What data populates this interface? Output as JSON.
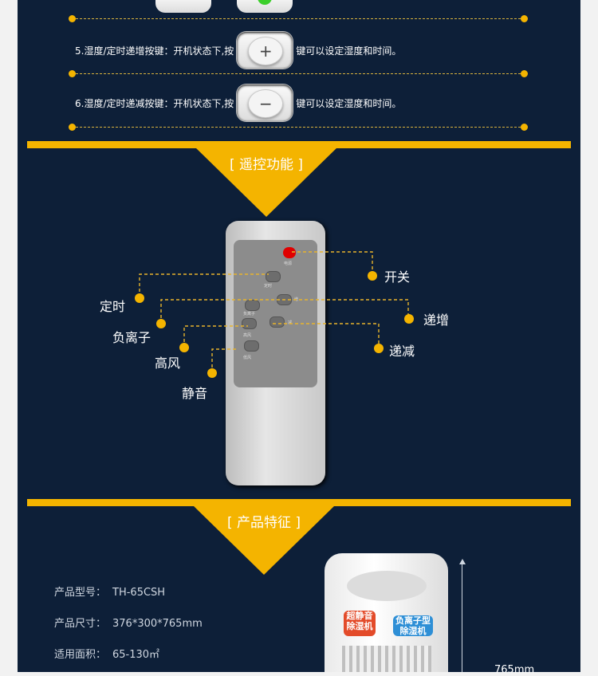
{
  "instructions": [
    {
      "prefix": "5.湿度/定时递增按键：开机状态下,按",
      "key_symbol": "+",
      "suffix": "键可以设定湿度和时间。"
    },
    {
      "prefix": "6.湿度/定时递减按键：开机状态下,按",
      "key_symbol": "−",
      "suffix": "键可以设定湿度和时间。"
    }
  ],
  "remote_section": {
    "title": "[ 遥控功能 ]",
    "labels": {
      "power": "开关",
      "timer": "定时",
      "increase": "递增",
      "anion": "负离子",
      "decrease": "递减",
      "high_wind": "高风",
      "mute": "静音"
    },
    "remote_printed": [
      "电源",
      "定时",
      "负离子",
      "增",
      "减",
      "高风",
      "低风"
    ]
  },
  "product_section": {
    "title": "[ 产品特征 ]",
    "specs": [
      {
        "label": "产品型号：",
        "value": "TH-65CSH"
      },
      {
        "label": "产品尺寸：",
        "value": "376*300*765mm"
      },
      {
        "label": "适用面积：",
        "value": "65-130㎡"
      }
    ],
    "badges": [
      "超静音 除湿机",
      "负离子型 除湿机"
    ],
    "height_dimension": "765mm"
  },
  "colors": {
    "background": "#0d1f38",
    "accent": "#f4b400",
    "power_button": "#e00000"
  }
}
